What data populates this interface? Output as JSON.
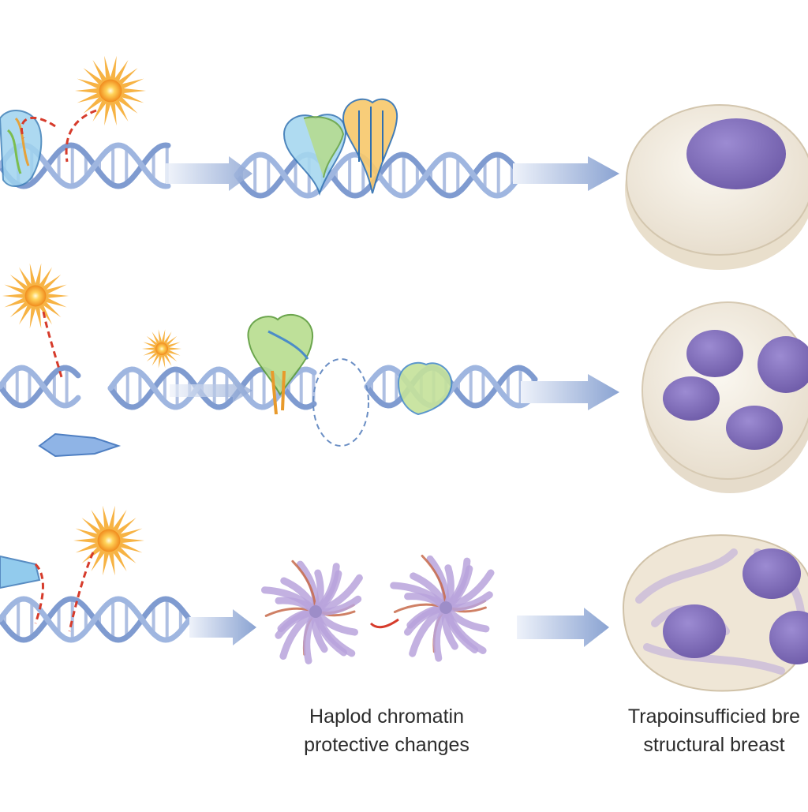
{
  "captions": {
    "chromatin": {
      "line1": "Haplod chromatin",
      "line2": "protective changes"
    },
    "breast": {
      "line1": "Trapoinsufficied bre",
      "line2": "structural breast"
    }
  },
  "colors": {
    "dna_backbone": "#7f9bd0",
    "dna_rung": "#aebfe2",
    "arrow": "#95acd6",
    "damage_mark": "#d63b2b",
    "burst": "#f6a623",
    "burst_core": "#fff6c2",
    "protein_blue": "#6ab4e0",
    "protein_green": "#92c95a",
    "protein_orange": "#f0a53a",
    "chromatin": "#b9a3dc",
    "cell": "#f1ebde",
    "nucleus": "#8572bc"
  }
}
